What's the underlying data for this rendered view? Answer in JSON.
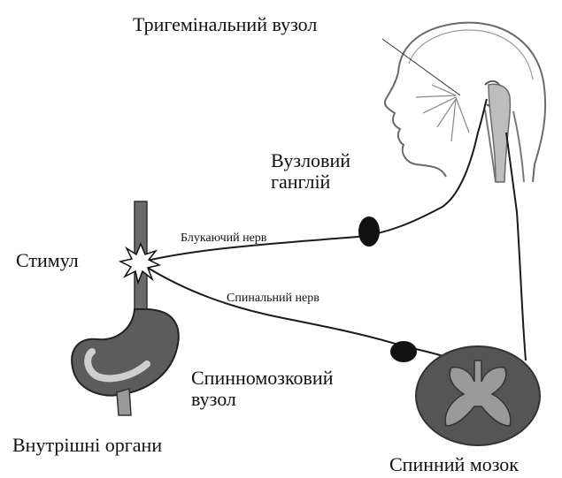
{
  "labels": {
    "trigeminal_ganglion": "Тригемінальний вузол",
    "nodose_ganglion_line1": "Вузловий",
    "nodose_ganglion_line2": "ганглій",
    "stimulus": "Стимул",
    "vagus_nerve": "Блукаючий нерв",
    "spinal_nerve": "Спинальний нерв",
    "drg_line1": "Спинномозковий",
    "drg_line2": "вузол",
    "viscera": "Внутрішні органи",
    "spinal_cord": "Спинний мозок"
  },
  "colors": {
    "line": "#1a1a1a",
    "organ_fill": "#5c5c5c",
    "organ_light": "#cfcfcf",
    "cord_outer": "#555555",
    "cord_inner": "#9a9a9a",
    "ganglion": "#111111",
    "head_stroke": "#6a6a6a"
  }
}
